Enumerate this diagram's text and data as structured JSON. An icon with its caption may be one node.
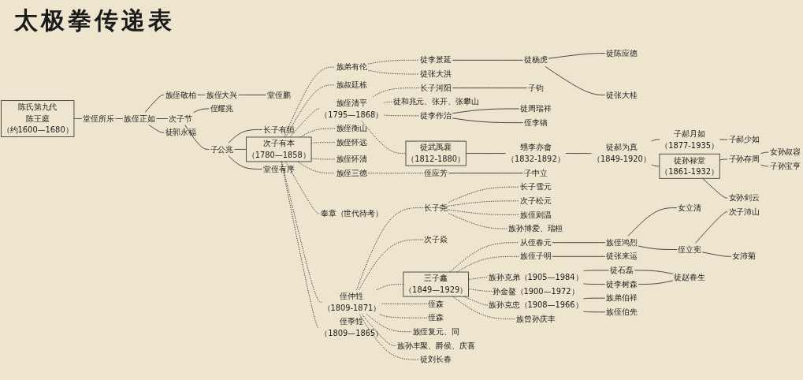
{
  "diagram": {
    "title": "太极拳传递表",
    "nodes": [
      {
        "text": [
          "陈氏第九代",
          "陈王庭",
          "（约1600—1680）"
        ]
      },
      {
        "text": [
          "堂侄所乐"
        ]
      },
      {
        "text": [
          "族侄正如"
        ]
      },
      {
        "text": [
          "次子节"
        ]
      },
      {
        "text": [
          "族侄敬柏"
        ]
      },
      {
        "text": [
          "徒郭永福"
        ]
      },
      {
        "text": [
          "子公兆"
        ]
      },
      {
        "text": [
          "侄耀兆"
        ]
      },
      {
        "text": [
          "族侄大兴"
        ]
      },
      {
        "text": [
          "堂侄鹏"
        ]
      },
      {
        "text": [
          "长子有恒"
        ]
      },
      {
        "text": [
          "次子有本",
          "（1780—1858）"
        ]
      },
      {
        "text": [
          "堂侄有序"
        ]
      },
      {
        "text": [
          "族弟有伦"
        ]
      },
      {
        "text": [
          "族叔廷栋"
        ]
      },
      {
        "text": [
          "族侄清平",
          "（1795—1868）"
        ]
      },
      {
        "text": [
          "族侄衡山"
        ]
      },
      {
        "text": [
          "族侄怀远"
        ]
      },
      {
        "text": [
          "族侄怀清"
        ]
      },
      {
        "text": [
          "族侄三德"
        ]
      },
      {
        "text": [
          "奉章（世代待考）"
        ]
      },
      {
        "text": [
          "侄仲甡",
          "（1809-1871）"
        ]
      },
      {
        "text": [
          "侄季甡",
          "（1809—1865）"
        ]
      },
      {
        "text": [
          "徒李景延"
        ]
      },
      {
        "text": [
          "徒杨虎"
        ]
      },
      {
        "text": [
          "徒陈应德"
        ]
      },
      {
        "text": [
          "徒张大桂"
        ]
      },
      {
        "text": [
          "徒张大洪"
        ]
      },
      {
        "text": [
          "长子河阳"
        ]
      },
      {
        "text": [
          "子钧"
        ]
      },
      {
        "text": [
          "徒和兆元、张开、张攀山"
        ]
      },
      {
        "text": [
          "徒李作治"
        ]
      },
      {
        "text": [
          "徒周瑞祥"
        ]
      },
      {
        "text": [
          "侄李镐"
        ]
      },
      {
        "text": [
          "徒武禹襄",
          "（1812-1880）"
        ]
      },
      {
        "text": [
          "甥李亦畲",
          "（1832-1892）"
        ]
      },
      {
        "text": [
          "徒郝为真",
          "（1849-1920）"
        ]
      },
      {
        "text": [
          "子郝月如",
          "（1877-1935）"
        ]
      },
      {
        "text": [
          "子郝少如"
        ]
      },
      {
        "text": [
          "徒孙禄堂",
          "（1861-1932）"
        ]
      },
      {
        "text": [
          "子孙存周"
        ]
      },
      {
        "text": [
          "女孙剑云"
        ]
      },
      {
        "text": [
          "女孙叔容"
        ]
      },
      {
        "text": [
          "子孙宝亨"
        ]
      },
      {
        "text": [
          "侄应芳"
        ]
      },
      {
        "text": [
          "子中立"
        ]
      },
      {
        "text": [
          "长子尧"
        ]
      },
      {
        "text": [
          "次子焱"
        ]
      },
      {
        "text": [
          "三子鑫",
          "（1849—1929）"
        ]
      },
      {
        "text": [
          "侄森"
        ]
      },
      {
        "text": [
          "侄森"
        ]
      },
      {
        "text": [
          "族侄复元、同"
        ]
      },
      {
        "text": [
          "族孙丰聚、爵侯、庆喜"
        ]
      },
      {
        "text": [
          "徒刘长春"
        ]
      },
      {
        "text": [
          "长子雪元"
        ]
      },
      {
        "text": [
          "次子松元"
        ]
      },
      {
        "text": [
          "族侄则温"
        ]
      },
      {
        "text": [
          "族孙博爱、瑞桓"
        ]
      },
      {
        "text": [
          "从侄春元"
        ]
      },
      {
        "text": [
          "族侄鸿烈"
        ]
      },
      {
        "text": [
          "女立清"
        ]
      },
      {
        "text": [
          "侄立宪"
        ]
      },
      {
        "text": [
          "次子沛山"
        ]
      },
      {
        "text": [
          "女沛菊"
        ]
      },
      {
        "text": [
          "族侄子明"
        ]
      },
      {
        "text": [
          "徒张来运"
        ]
      },
      {
        "text": [
          "族孙克弟（1905—1984）"
        ]
      },
      {
        "text": [
          "徒石磊"
        ]
      },
      {
        "text": [
          "徒李树森"
        ]
      },
      {
        "text": [
          "徒赵春生"
        ]
      },
      {
        "text": [
          "孙金鳌（1900—1972）"
        ]
      },
      {
        "text": [
          "族孙克忠（1908—1966）"
        ]
      },
      {
        "text": [
          "族弟伯祥"
        ]
      },
      {
        "text": [
          "族侄伯先"
        ]
      },
      {
        "text": [
          "族曾孙庆丰"
        ]
      }
    ],
    "edges": [
      {
        "from": 0,
        "to": 1,
        "arrow": "none"
      },
      {
        "from": 1,
        "to": 2,
        "arrow": "none"
      },
      {
        "from": 2,
        "to": 3,
        "arrow": "none"
      },
      {
        "from": 2,
        "to": 4,
        "arrow": "none"
      },
      {
        "from": 2,
        "to": 5,
        "arrow": "none"
      },
      {
        "from": 3,
        "to": 6,
        "arrow": "none"
      },
      {
        "from": 3,
        "to": 7,
        "arrow": "none"
      },
      {
        "from": 4,
        "to": 8,
        "arrow": "none"
      },
      {
        "from": 8,
        "to": 9,
        "arrow": "none"
      },
      {
        "from": 6,
        "to": 10,
        "arrow": "none"
      },
      {
        "from": 6,
        "to": 11,
        "arrow": "none"
      },
      {
        "from": 6,
        "to": 12,
        "arrow": "none"
      },
      {
        "from": 11,
        "to": 13,
        "arrow": "none",
        "style": "dashed"
      },
      {
        "from": 11,
        "to": 14,
        "arrow": "none",
        "style": "dashed"
      },
      {
        "from": 11,
        "to": 15,
        "arrow": "none",
        "style": "dashed"
      },
      {
        "from": 11,
        "to": 16,
        "arrow": "none",
        "style": "dashed"
      },
      {
        "from": 11,
        "to": 17,
        "arrow": "none",
        "style": "dashed"
      },
      {
        "from": 11,
        "to": 18,
        "arrow": "none",
        "style": "dashed"
      },
      {
        "from": 11,
        "to": 19,
        "arrow": "none",
        "style": "dashed"
      },
      {
        "from": 11,
        "to": 20,
        "arrow": "none",
        "style": "dashed"
      },
      {
        "from": 11,
        "to": 21,
        "arrow": "none",
        "style": "dashed"
      },
      {
        "from": 11,
        "to": 22,
        "arrow": "none",
        "style": "dashed"
      },
      {
        "from": 13,
        "to": 23,
        "arrow": "none",
        "style": "dashed"
      },
      {
        "from": 13,
        "to": 27,
        "arrow": "none",
        "style": "dashed"
      },
      {
        "from": 23,
        "to": 24,
        "arrow": "none"
      },
      {
        "from": 24,
        "to": 25,
        "arrow": "none"
      },
      {
        "from": 24,
        "to": 26,
        "arrow": "none"
      },
      {
        "from": 15,
        "to": 28,
        "arrow": "none",
        "style": "dashed"
      },
      {
        "from": 15,
        "to": 30,
        "arrow": "none",
        "style": "dashed"
      },
      {
        "from": 15,
        "to": 31,
        "arrow": "none",
        "style": "dashed"
      },
      {
        "from": 15,
        "to": 34,
        "arrow": "none",
        "style": "dashed"
      },
      {
        "from": 28,
        "to": 29,
        "arrow": "none"
      },
      {
        "from": 31,
        "to": 32,
        "arrow": "none"
      },
      {
        "from": 31,
        "to": 33,
        "arrow": "none"
      },
      {
        "from": 34,
        "to": 35,
        "arrow": "none"
      },
      {
        "from": 35,
        "to": 36,
        "arrow": "none"
      },
      {
        "from": 36,
        "to": 37,
        "arrow": "none"
      },
      {
        "from": 36,
        "to": 39,
        "arrow": "none"
      },
      {
        "from": 37,
        "to": 38,
        "arrow": "none"
      },
      {
        "from": 39,
        "to": 40,
        "arrow": "none"
      },
      {
        "from": 39,
        "to": 41,
        "arrow": "none"
      },
      {
        "from": 40,
        "to": 42,
        "arrow": "none"
      },
      {
        "from": 40,
        "to": 43,
        "arrow": "none"
      },
      {
        "from": 19,
        "to": 44,
        "arrow": "none",
        "style": "dashed"
      },
      {
        "from": 44,
        "to": 45,
        "arrow": "none"
      },
      {
        "from": 21,
        "to": 46,
        "arrow": "none",
        "style": "dashed"
      },
      {
        "from": 21,
        "to": 47,
        "arrow": "none",
        "style": "dashed"
      },
      {
        "from": 21,
        "to": 48,
        "arrow": "none",
        "style": "dashed"
      },
      {
        "from": 21,
        "to": 49,
        "arrow": "none",
        "style": "dashed"
      },
      {
        "from": 21,
        "to": 50,
        "arrow": "none",
        "style": "dashed"
      },
      {
        "from": 21,
        "to": 51,
        "arrow": "none",
        "style": "dashed"
      },
      {
        "from": 21,
        "to": 52,
        "arrow": "none",
        "style": "dashed"
      },
      {
        "from": 21,
        "to": 53,
        "arrow": "none",
        "style": "dashed"
      },
      {
        "from": 46,
        "to": 54,
        "arrow": "none",
        "style": "dashed"
      },
      {
        "from": 46,
        "to": 55,
        "arrow": "none",
        "style": "dashed"
      },
      {
        "from": 46,
        "to": 56,
        "arrow": "none",
        "style": "dashed"
      },
      {
        "from": 46,
        "to": 57,
        "arrow": "none",
        "style": "dashed"
      },
      {
        "from": 48,
        "to": 58,
        "arrow": "none",
        "style": "dashed"
      },
      {
        "from": 48,
        "to": 64,
        "arrow": "none",
        "style": "dashed"
      },
      {
        "from": 48,
        "to": 66,
        "arrow": "none",
        "style": "dashed"
      },
      {
        "from": 48,
        "to": 70,
        "arrow": "none",
        "style": "dashed"
      },
      {
        "from": 48,
        "to": 71,
        "arrow": "none",
        "style": "dashed"
      },
      {
        "from": 48,
        "to": 74,
        "arrow": "none",
        "style": "dashed"
      },
      {
        "from": 58,
        "to": 59,
        "arrow": "none"
      },
      {
        "from": 59,
        "to": 60,
        "arrow": "none"
      },
      {
        "from": 59,
        "to": 61,
        "arrow": "none"
      },
      {
        "from": 61,
        "to": 62,
        "arrow": "none"
      },
      {
        "from": 61,
        "to": 63,
        "arrow": "none"
      },
      {
        "from": 64,
        "to": 65,
        "arrow": "none"
      },
      {
        "from": 66,
        "to": 67,
        "arrow": "none"
      },
      {
        "from": 66,
        "to": 68,
        "arrow": "none"
      },
      {
        "from": 67,
        "to": 69,
        "arrow": "none"
      },
      {
        "from": 68,
        "to": 69,
        "arrow": "none"
      },
      {
        "from": 71,
        "to": 72,
        "arrow": "none"
      },
      {
        "from": 71,
        "to": 73,
        "arrow": "none"
      }
    ]
  }
}
